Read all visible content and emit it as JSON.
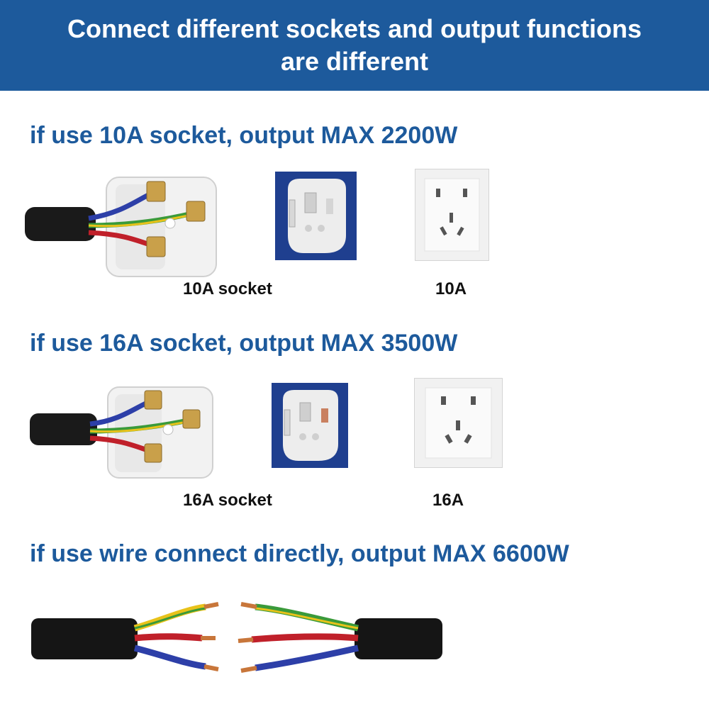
{
  "header": {
    "title_line1": "Connect different sockets and output functions",
    "title_line2": "are different"
  },
  "sections": [
    {
      "title": "if use 10A socket, output MAX 2200W",
      "plug_caption": "10A socket",
      "socket_caption": "10A"
    },
    {
      "title": "if use 16A socket, output MAX 3500W",
      "plug_caption": "16A socket",
      "socket_caption": "16A"
    },
    {
      "title": "if use wire connect directly, output MAX 6600W"
    }
  ],
  "colors": {
    "banner": "#1d5a9c",
    "section_title": "#1d5a9c",
    "wire_red": "#c0202a",
    "wire_blue": "#2d3fa8",
    "wire_green": "#3a9a3a",
    "wire_yellow": "#e8c21a"
  }
}
